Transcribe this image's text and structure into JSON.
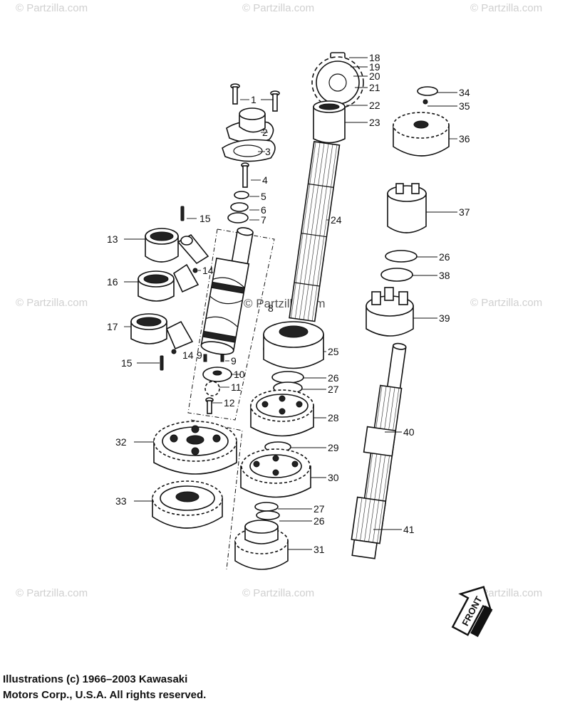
{
  "watermark": {
    "text": "© Partzilla.com"
  },
  "copyright": {
    "line1": "Illustrations (c) 1966–2003 Kawasaki",
    "line2": "Motors Corp., U.S.A.  All rights reserved."
  },
  "front_arrow": {
    "label": "FRONT"
  },
  "callouts": {
    "c1": "1",
    "c2": "2",
    "c3": "3",
    "c4": "4",
    "c5": "5",
    "c6": "6",
    "c7": "7",
    "c8": "8",
    "c9a": "9",
    "c9b": "9",
    "c10": "10",
    "c11": "11",
    "c12": "12",
    "c13": "13",
    "c14a": "14",
    "c14b": "14",
    "c15a": "15",
    "c15b": "15",
    "c16": "16",
    "c17": "17",
    "c18": "18",
    "c19": "19",
    "c20": "20",
    "c21": "21",
    "c22": "22",
    "c23": "23",
    "c24": "24",
    "c25": "25",
    "c26a": "26",
    "c26b": "26",
    "c26c": "26",
    "c27a": "27",
    "c27b": "27",
    "c28": "28",
    "c29": "29",
    "c30": "30",
    "c31": "31",
    "c32": "32",
    "c33": "33",
    "c34": "34",
    "c35": "35",
    "c36": "36",
    "c37": "37",
    "c38": "38",
    "c39": "39",
    "c40": "40",
    "c41": "41"
  }
}
